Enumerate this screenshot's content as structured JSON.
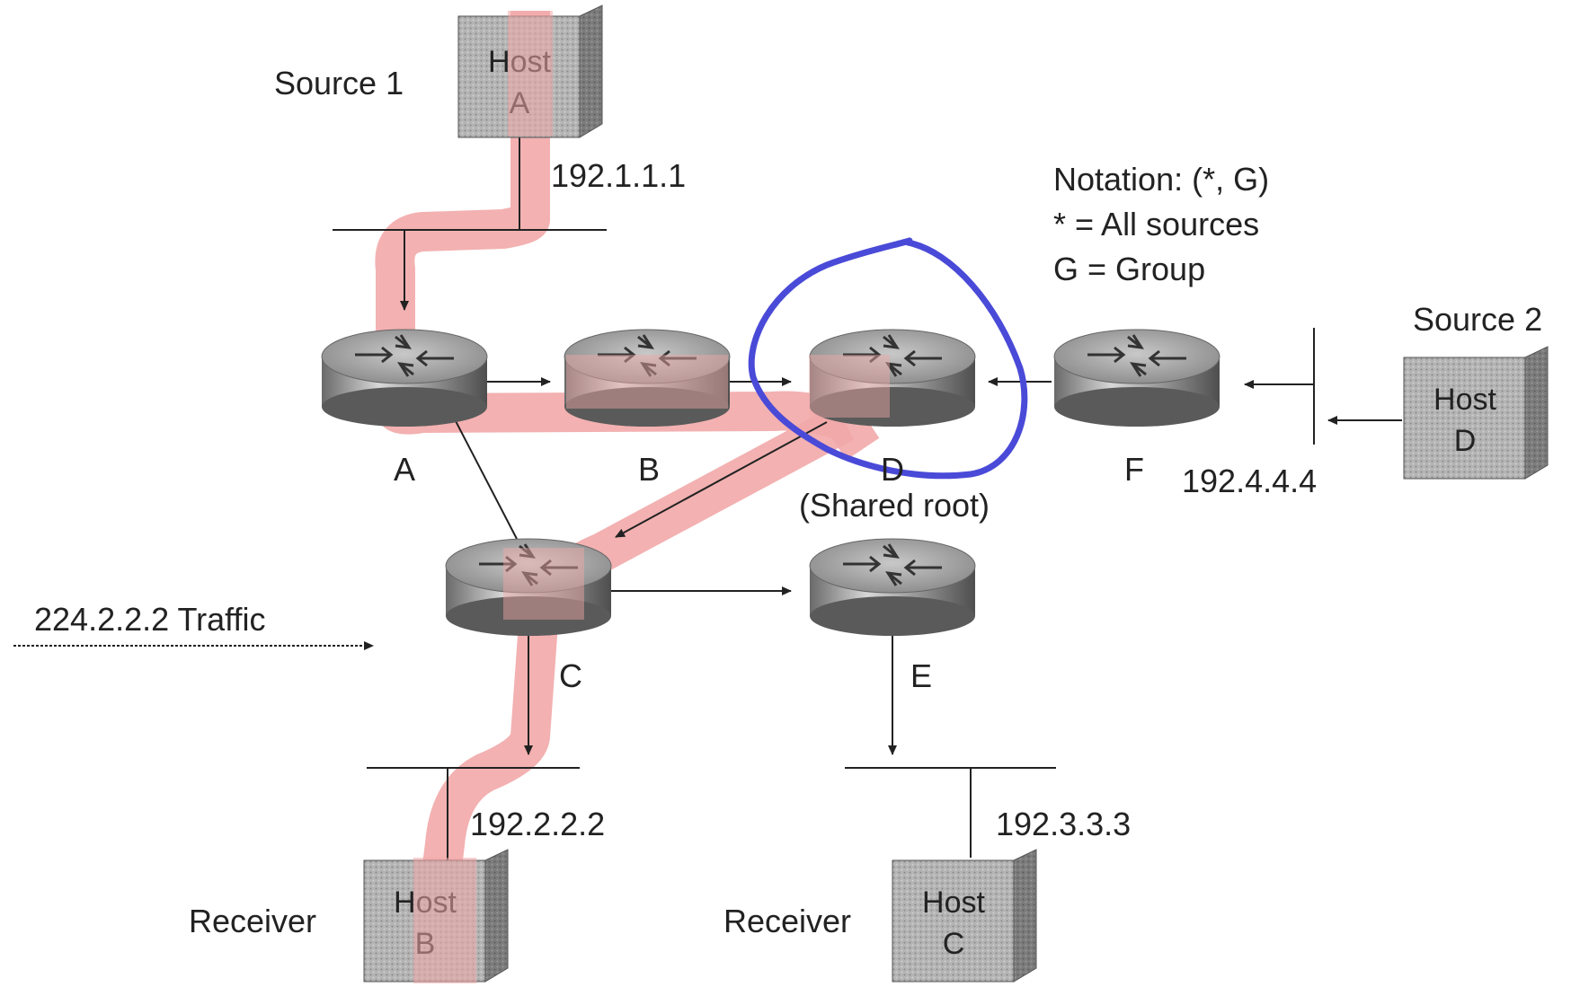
{
  "hosts": [
    {
      "id": "host-a",
      "line1": "Host",
      "line2": "A",
      "role": "Source 1"
    },
    {
      "id": "host-d",
      "line1": "Host",
      "line2": "D",
      "role": "Source 2"
    },
    {
      "id": "host-b",
      "line1": "Host",
      "line2": "B",
      "role": "Receiver"
    },
    {
      "id": "host-c",
      "line1": "Host",
      "line2": "C",
      "role": "Receiver"
    }
  ],
  "routers": [
    {
      "id": "A",
      "label": "A"
    },
    {
      "id": "B",
      "label": "B"
    },
    {
      "id": "D",
      "label": "D",
      "note": "(Shared root)"
    },
    {
      "id": "F",
      "label": "F"
    },
    {
      "id": "C",
      "label": "C"
    },
    {
      "id": "E",
      "label": "E"
    }
  ],
  "addresses": {
    "net1": "192.1.1.1",
    "net2": "192.2.2.2",
    "net3": "192.3.3.3",
    "net4": "192.4.4.4"
  },
  "notation": {
    "line1": "Notation: (*, G)",
    "line2": "* = All sources",
    "line3": "G = Group"
  },
  "legend": {
    "traffic": "224.2.2.2 Traffic"
  },
  "colors": {
    "traffic_highlight": "#f2a8a8",
    "circle_annotation": "#4a4ad8",
    "lines": "#222222"
  }
}
